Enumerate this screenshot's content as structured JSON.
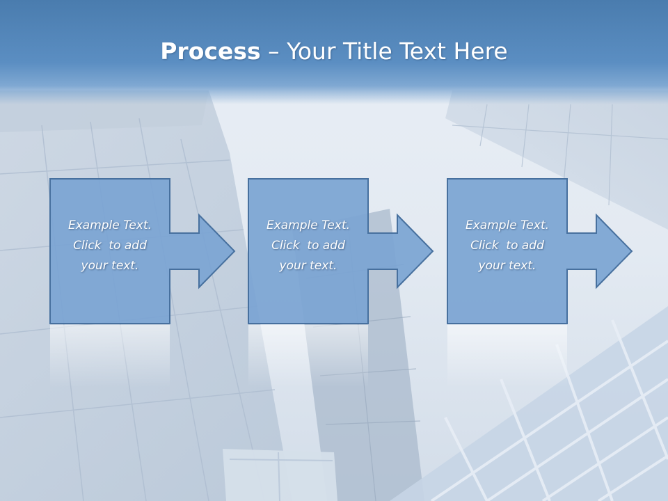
{
  "slide": {
    "title_bold": "Process",
    "title_rest": " – Your Title Text Here"
  },
  "steps": [
    {
      "lines": [
        "Example Text.",
        "Click  to add",
        "your text."
      ]
    },
    {
      "lines": [
        "Example Text.",
        "Click  to add",
        "your text."
      ]
    },
    {
      "lines": [
        "Example Text.",
        "Click  to add",
        "your text."
      ]
    }
  ],
  "colors": {
    "box_fill": "#7ba4d3",
    "box_stroke": "#47709e",
    "title_band": "#5b8ec2"
  }
}
